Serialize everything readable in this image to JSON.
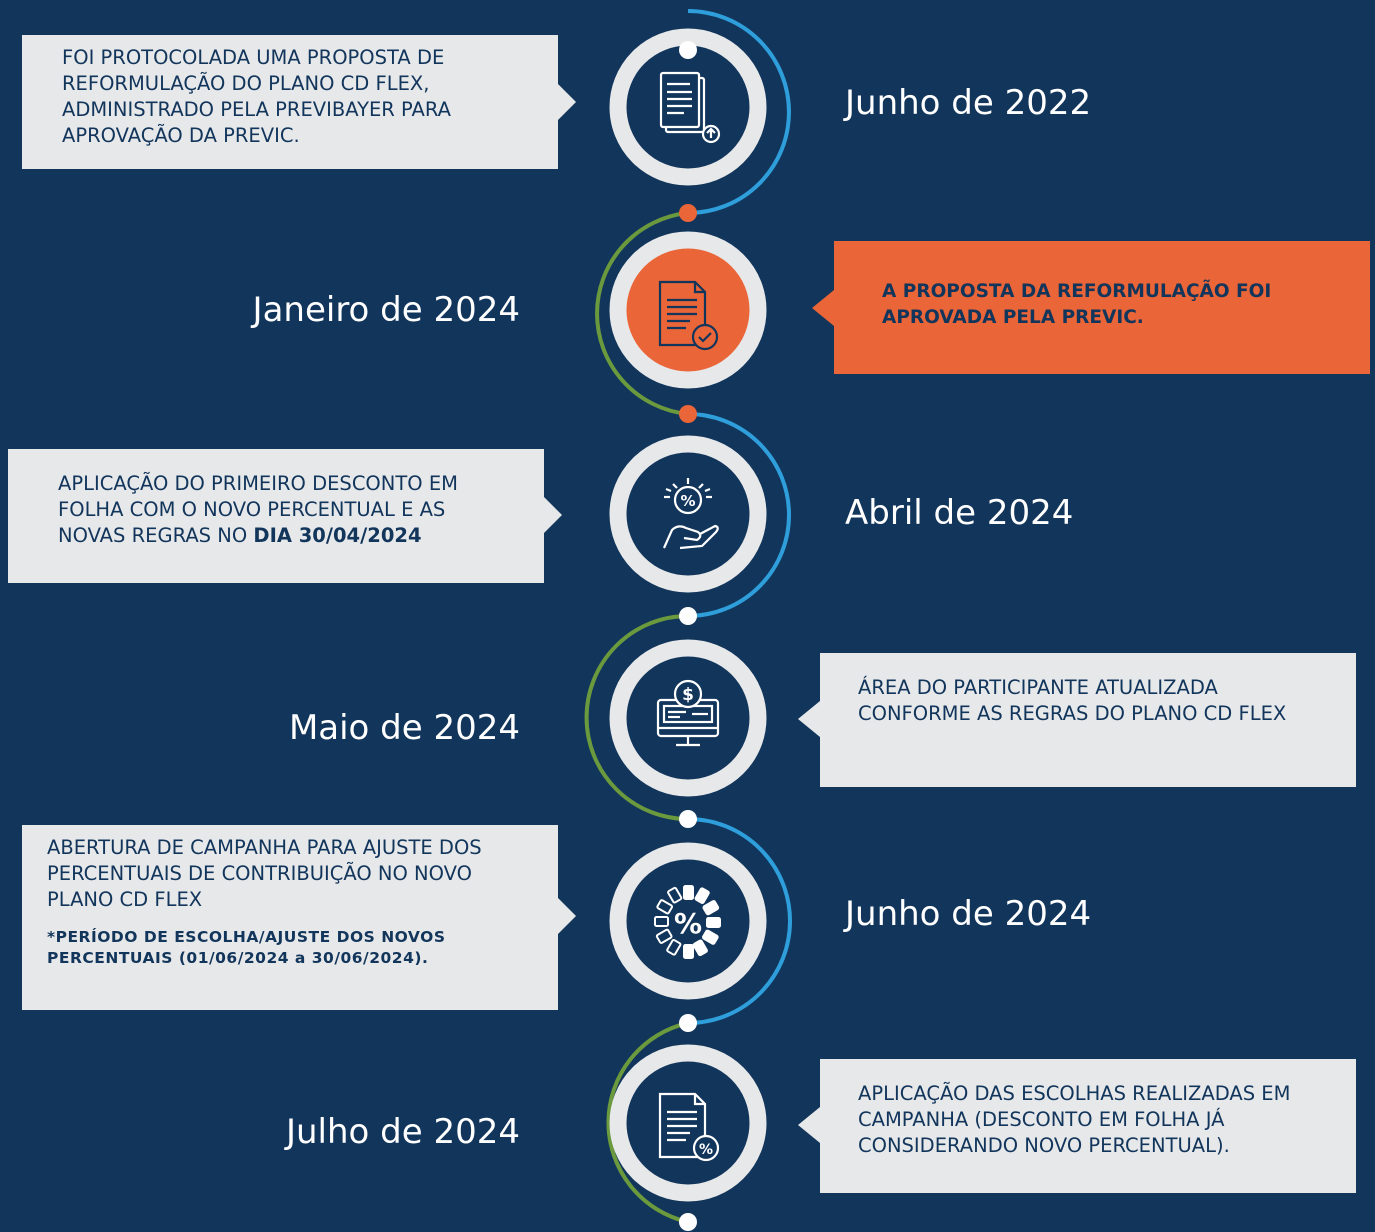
{
  "colors": {
    "background": "#12355b",
    "box": "#e7e8ea",
    "highlight": "#ea6537",
    "arc_blue": "#2f9fdc",
    "arc_green": "#6a9a3d",
    "dot_orange": "#ea6537",
    "dot_white": "#ffffff"
  },
  "events": [
    {
      "date": "Junho de 2022",
      "text": "FOI PROTOCOLADA UMA PROPOSTA DE REFORMULAÇÃO DO PLANO CD FLEX, ADMINISTRADO PELA PREVIBAYER PARA APROVAÇÃO DA PREVIC.",
      "icon": "document-upload-icon"
    },
    {
      "date": "Janeiro de 2024",
      "text": "A PROPOSTA DA REFORMULAÇÃO FOI APROVADA PELA PREVIC.",
      "icon": "document-approved-icon"
    },
    {
      "date": "Abril de 2024",
      "text": "APLICAÇÃO DO PRIMEIRO DESCONTO EM FOLHA COM O NOVO PERCENTUAL E AS NOVAS REGRAS NO",
      "text_bold": "DIA 30/04/2024",
      "icon": "hand-percent-icon"
    },
    {
      "date": "Maio de 2024",
      "text": "ÁREA DO PARTICIPANTE ATUALIZADA CONFORME AS REGRAS DO PLANO CD FLEX",
      "icon": "computer-dollar-icon"
    },
    {
      "date": "Junho de 2024",
      "text": "ABERTURA DE CAMPANHA PARA AJUSTE DOS PERCENTUAIS DE CONTRIBUIÇÃO NO NOVO PLANO CD FLEX",
      "note": "*PERÍODO DE ESCOLHA/AJUSTE DOS NOVOS PERCENTUAIS (01/06/2024 a 30/06/2024).",
      "icon": "percent-dial-icon"
    },
    {
      "date": "Julho de 2024",
      "text": "APLICAÇÃO DAS ESCOLHAS REALIZADAS EM CAMPANHA (DESCONTO EM FOLHA JÁ CONSIDERANDO NOVO PERCENTUAL).",
      "icon": "document-percent-icon"
    }
  ]
}
